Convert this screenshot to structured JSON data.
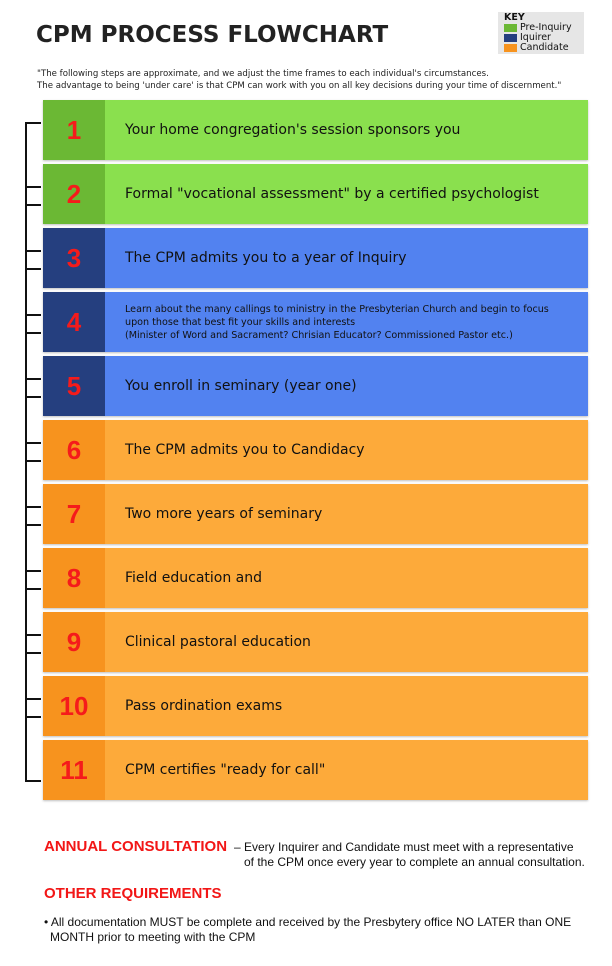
{
  "title": "CPM PROCESS FLOWCHART",
  "key": {
    "label": "KEY",
    "items": [
      {
        "label": "Pre-Inquiry",
        "color": "#6bb834"
      },
      {
        "label": "Iquirer",
        "color": "#253f7f"
      },
      {
        "label": "Candidate",
        "color": "#f7931e"
      }
    ]
  },
  "intro": [
    "\"The following steps are approximate, and we adjust the time frames to each individual's circumstances.",
    "The advantage to being 'under care' is that CPM can work with you on all key decisions during your time of discernment.\""
  ],
  "colors": {
    "pre_inquiry": {
      "dark": "#6bb834",
      "light": "#8ae04e"
    },
    "inquirer": {
      "dark": "#253f7f",
      "light": "#5282f0"
    },
    "candidate": {
      "dark": "#f7931e",
      "light": "#fdaa3a"
    }
  },
  "steps": [
    {
      "num": "1",
      "text": "Your home congregation's session sponsors you",
      "phase": "pre_inquiry"
    },
    {
      "num": "2",
      "text": "Formal \"vocational assessment\" by a certified psychologist",
      "phase": "pre_inquiry"
    },
    {
      "num": "3",
      "text": "The CPM admits you to a year of Inquiry",
      "phase": "inquirer"
    },
    {
      "num": "4",
      "text": "Learn about  the many callings to ministry in the Presbyterian Church and begin to focus\nupon those that best fit your skills and interests\n(Minister of Word and Sacrament?  Chrisian Educator? Commissioned Pastor etc.)",
      "phase": "inquirer"
    },
    {
      "num": "5",
      "text": "You enroll in seminary (year one)",
      "phase": "inquirer"
    },
    {
      "num": "6",
      "text": "The CPM admits you to Candidacy",
      "phase": "candidate"
    },
    {
      "num": "7",
      "text": "Two more years of seminary",
      "phase": "candidate"
    },
    {
      "num": "8",
      "text": "Field education and",
      "phase": "candidate"
    },
    {
      "num": "9",
      "text": "Clinical pastoral education",
      "phase": "candidate"
    },
    {
      "num": "10",
      "text": "Pass ordination exams",
      "phase": "candidate"
    },
    {
      "num": "11",
      "text": "CPM certifies \"ready for call\"",
      "phase": "candidate"
    }
  ],
  "annual": {
    "heading": "ANNUAL CONSULTATION",
    "text1": "– Every Inquirer and Candidate must meet with a representative",
    "text2": "of the CPM once every year to complete an annual consultation."
  },
  "other": {
    "heading": "OTHER REQUIREMENTS",
    "bullet1": "• All documentation MUST be complete and received by the Presbytery office NO LATER than ONE",
    "bullet2": "MONTH prior to meeting with the CPM"
  }
}
